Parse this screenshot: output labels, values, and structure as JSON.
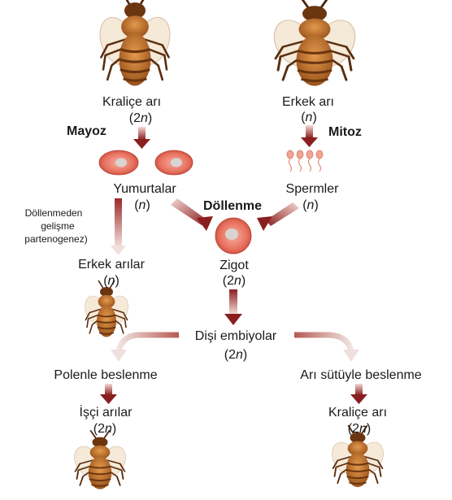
{
  "colors": {
    "arrow_dark": "#8a1e1e",
    "arrow_light": "#e9c8c2",
    "egg_fill": "#e8705e",
    "egg_core": "#d9d4d2",
    "bee_body": "#b96a25",
    "bee_stripe": "#6b3510",
    "wing": "#f2e3cf"
  },
  "nodes": {
    "queen_top": {
      "name": "Kraliçe arı",
      "ploidy_open": "(2",
      "ploidy_n": "n",
      "ploidy_close": ")"
    },
    "drone_top": {
      "name": "Erkek arı",
      "ploidy_open": "(",
      "ploidy_n": "n",
      "ploidy_close": ")"
    },
    "eggs": {
      "name": "Yumurtalar",
      "ploidy_open": "(",
      "ploidy_n": "n",
      "ploidy_close": ")"
    },
    "sperm": {
      "name": "Spermler",
      "ploidy_open": "(",
      "ploidy_n": "n",
      "ploidy_close": ")"
    },
    "zygote": {
      "name": "Zigot",
      "ploidy_open": "(2",
      "ploidy_n": "n",
      "ploidy_close": ")"
    },
    "drones": {
      "name": "Erkek arılar",
      "ploidy_open": "(",
      "ploidy_n": "n",
      "ploidy_close": ")"
    },
    "female_embryos": {
      "name": "Dişi embiyolar",
      "ploidy_open": "(2",
      "ploidy_n": "n",
      "ploidy_close": ")"
    },
    "pollen": {
      "name": "Polenle beslenme"
    },
    "royal_jelly": {
      "name": "Arı sütüyle beslenme"
    },
    "workers": {
      "name": "İşçi arılar",
      "ploidy_open": "(2",
      "ploidy_n": "n",
      "ploidy_close": ")"
    },
    "queen_bottom": {
      "name": "Kraliçe arı",
      "ploidy_open": "(2",
      "ploidy_n": "n",
      "ploidy_close": ")"
    }
  },
  "processes": {
    "meiosis": "Mayoz",
    "mitosis": "Mitoz",
    "fertilization": "Döllenme",
    "parthenogenesis": [
      "Döllenmeden",
      "gelişme",
      "partenogenez)"
    ]
  },
  "icons": [
    "bee-icon",
    "egg-icon",
    "sperm-icon",
    "zygote-icon",
    "arrow-icon"
  ]
}
